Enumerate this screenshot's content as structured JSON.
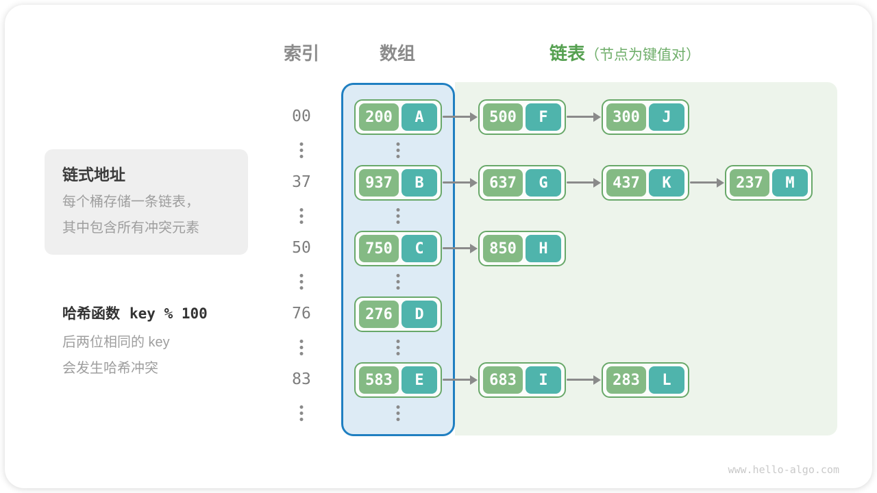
{
  "headers": {
    "index": "索引",
    "array": "数组",
    "list": "链表",
    "list_note": "（节点为键值对）"
  },
  "info_box": {
    "title": "链式地址",
    "lines": "每个桶存储一条链表，\n其中包含所有冲突元素"
  },
  "hash_note": {
    "title_prefix": "哈希函数",
    "title_code": "key % 100",
    "lines": "后两位相同的 key\n会发生哈希冲突"
  },
  "rows": [
    {
      "index": "00",
      "bucket": {
        "key": "200",
        "value": "A"
      },
      "chain": [
        {
          "key": "500",
          "value": "F"
        },
        {
          "key": "300",
          "value": "J"
        }
      ]
    },
    {
      "index": "37",
      "bucket": {
        "key": "937",
        "value": "B"
      },
      "chain": [
        {
          "key": "637",
          "value": "G"
        },
        {
          "key": "437",
          "value": "K"
        },
        {
          "key": "237",
          "value": "M"
        }
      ]
    },
    {
      "index": "50",
      "bucket": {
        "key": "750",
        "value": "C"
      },
      "chain": [
        {
          "key": "850",
          "value": "H"
        }
      ]
    },
    {
      "index": "76",
      "bucket": {
        "key": "276",
        "value": "D"
      },
      "chain": []
    },
    {
      "index": "83",
      "bucket": {
        "key": "583",
        "value": "E"
      },
      "chain": [
        {
          "key": "683",
          "value": "I"
        },
        {
          "key": "283",
          "value": "L"
        }
      ]
    }
  ],
  "colors": {
    "key_green": "#84ba84",
    "value_teal": "#4fb4ac",
    "node_border": "#68a869",
    "array_panel_border": "#1f7fc1",
    "array_panel_fill": "#ddebf5",
    "list_panel_fill": "#edf4eb",
    "header_green": "#55a050",
    "header_gray": "#8b8b8b",
    "arrow_gray": "#8a8a8a"
  },
  "footer": {
    "watermark": "www.hello-algo.com"
  }
}
